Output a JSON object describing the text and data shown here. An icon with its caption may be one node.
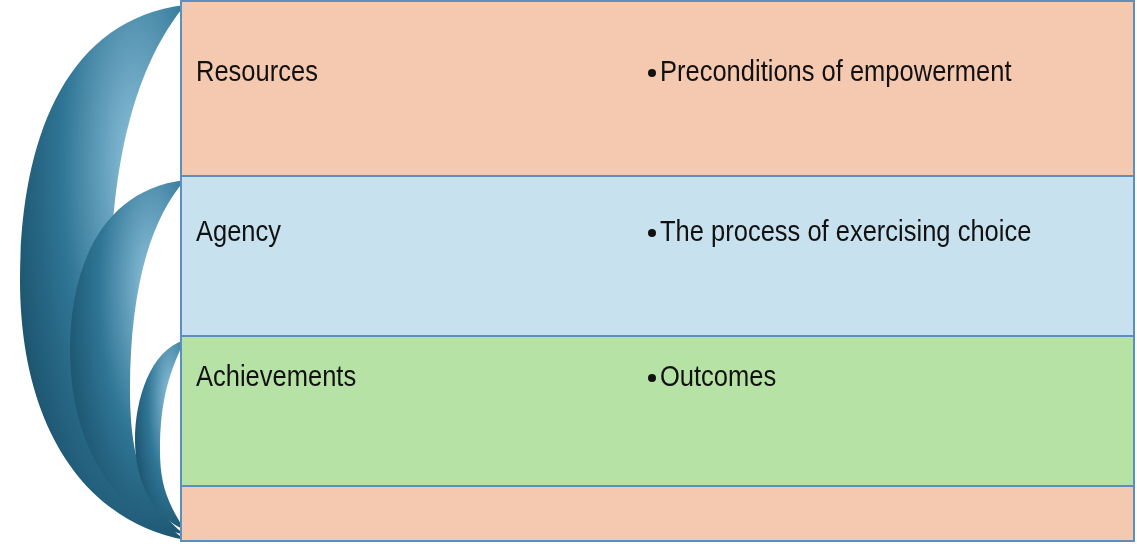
{
  "diagram": {
    "nodes": [
      {
        "text": [
          "Resources",
          "Preconditions of empowerment"
        ]
      },
      {
        "text": [
          "Agency",
          "The process of exercising choice"
        ]
      },
      {
        "text": [
          "Achievements",
          "Outcomes"
        ]
      },
      {
        "text": [],
        "shape": "bar"
      }
    ]
  }
}
